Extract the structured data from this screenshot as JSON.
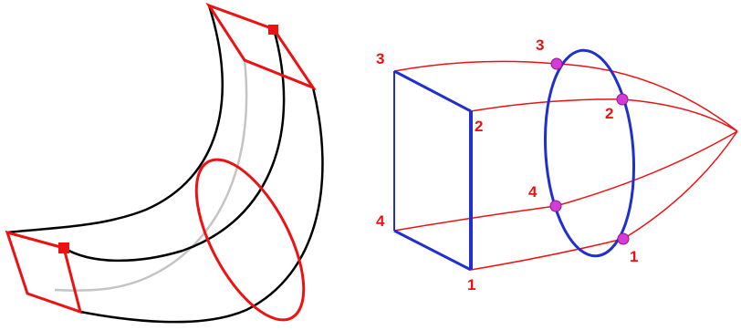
{
  "colors": {
    "background": "#ffffff",
    "red": "#ee1111",
    "blue": "#1f2fd0",
    "black": "#000000",
    "gray": "#c4c4c4",
    "magenta_point": "#d83ad8"
  },
  "loft_diagram": {
    "section_labels": [
      "1",
      "2",
      "3",
      "4"
    ],
    "square_vertex_labels": {
      "v1": "1",
      "v2": "2",
      "v3": "3",
      "v4": "4"
    },
    "ellipse_point_labels": {
      "p1": "1",
      "p2": "2",
      "p3": "3",
      "p4": "4"
    }
  }
}
